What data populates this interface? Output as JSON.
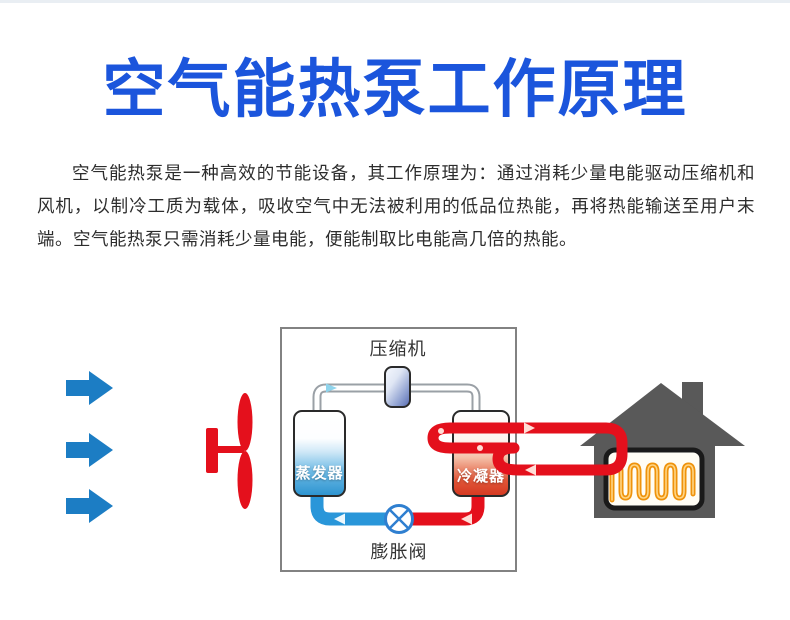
{
  "page": {
    "title": "空气能热泵工作原理",
    "intro": "空气能热泵是一种高效的节能设备，其工作原理为：通过消耗少量电能驱动压缩机和风机，以制冷工质为载体，吸收空气中无法被利用的低品位热能，再将热能输送至用户末端。空气能热泵只需消耗少量电能，便能制取比电能高几倍的热能。"
  },
  "diagram": {
    "labels": {
      "compressor": "压缩机",
      "evaporator": "蒸发器",
      "condenser": "冷凝器",
      "expansion_valve": "膨胀阀"
    }
  },
  "colors": {
    "title-blue": "#1b55dc",
    "arrow-blue": "#1c7dc4",
    "fan-red": "#e4101c",
    "pipe-red": "#e4101c",
    "pipe-blue": "#2996d9",
    "pipe-gray": "#9aa0a6",
    "house-gray": "#595959",
    "coil-orange": "#ef930c",
    "valve-blue": "#2f7fd0",
    "text-dark": "#2d2d2d"
  }
}
